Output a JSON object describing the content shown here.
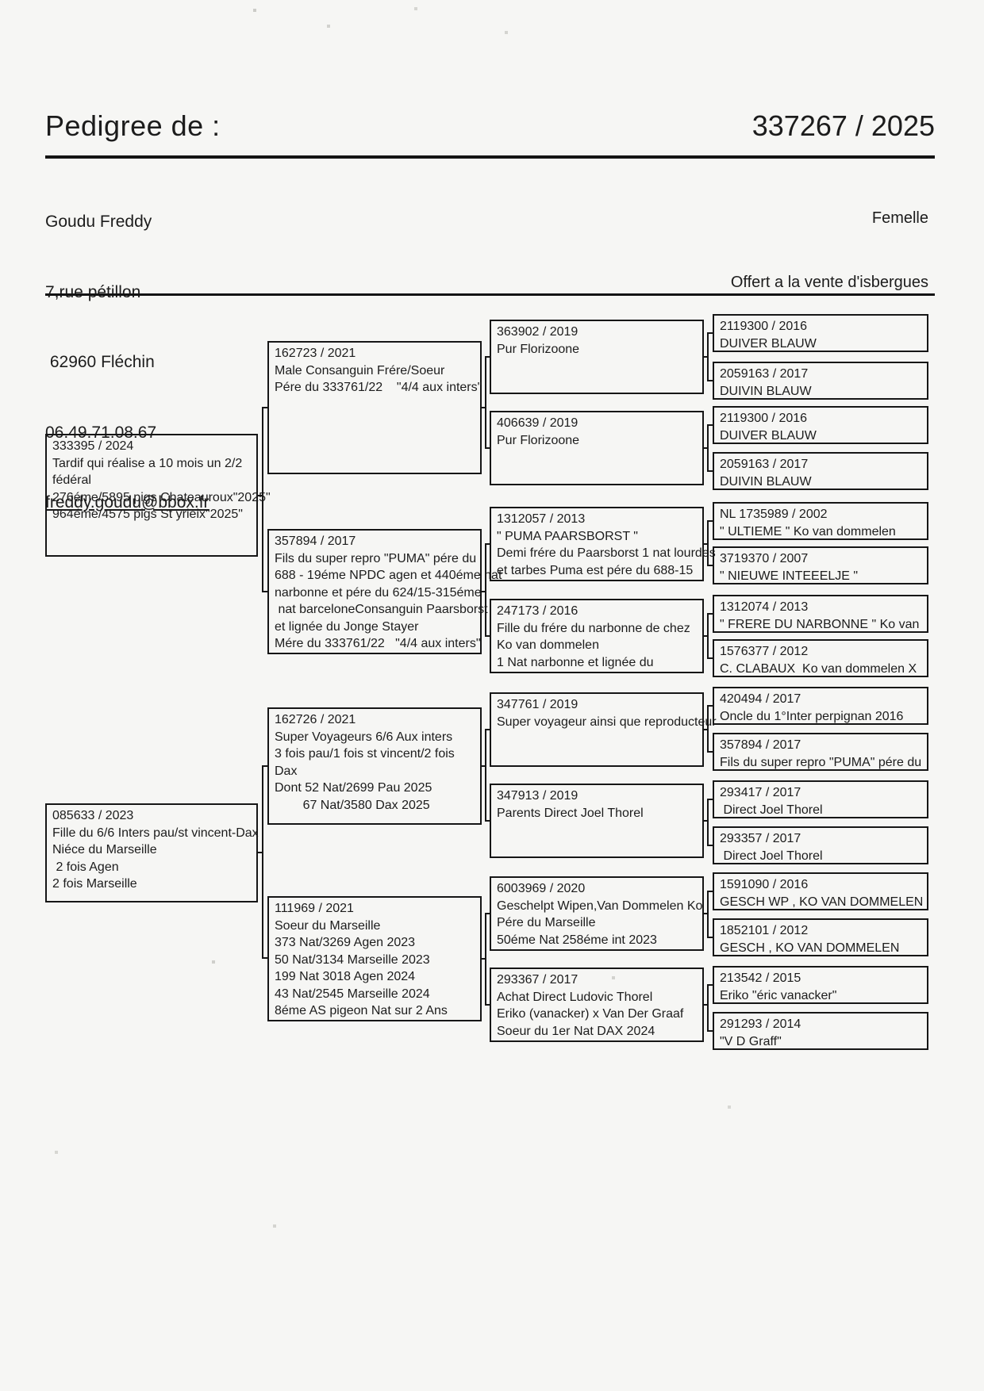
{
  "header": {
    "title": "Pedigree de :",
    "ring_number": "337267 / 2025",
    "owner": {
      "name": "Goudu Freddy",
      "address_line1": "7,rue pétillon",
      "address_line2": " 62960 Fléchin",
      "phone": "06.49.71.08.67",
      "email": "freddy.goudu@bbox.fr"
    },
    "sex": "Femelle",
    "sale_note": "Offert a la vente d'isbergues"
  },
  "tree": {
    "gen1": {
      "sire": {
        "lines": [
          "333395 / 2024",
          "Tardif qui réalise a 10 mois un 2/2",
          "fédéral",
          "276éme/5895 pigs Chateauroux\"2025\"",
          "964éme/4575 pigs St yrieix\"2025\""
        ]
      },
      "dam": {
        "lines": [
          "085633 / 2023",
          "Fille du 6/6 Inters pau/st vincent-Dax",
          "Niéce du Marseille",
          " 2 fois Agen",
          "2 fois Marseille"
        ]
      }
    },
    "gen2": {
      "ss": {
        "lines": [
          "162723 / 2021",
          "Male Consanguin Frére/Soeur",
          "Pére du 333761/22    \"4/4 aux inters\""
        ]
      },
      "sd": {
        "lines": [
          "357894 / 2017",
          "Fils du super repro \"PUMA\" pére du",
          "688 - 19éme NPDC agen et 440éme nat",
          "narbonne et pére du 624/15-315éme",
          " nat barceloneConsanguin Paarsborst",
          "et lignée du Jonge Stayer",
          "Mére du 333761/22   \"4/4 aux inters\""
        ]
      },
      "ds": {
        "lines": [
          "162726 / 2021",
          "Super Voyageurs 6/6 Aux inters",
          "3 fois pau/1 fois st vincent/2 fois",
          "Dax",
          "Dont 52 Nat/2699 Pau 2025",
          "        67 Nat/3580 Dax 2025"
        ]
      },
      "dd": {
        "lines": [
          "111969 / 2021",
          "Soeur du Marseille",
          "373 Nat/3269 Agen 2023",
          "50 Nat/3134 Marseille 2023",
          "199 Nat 3018 Agen 2024",
          "43 Nat/2545 Marseille 2024",
          "8éme AS pigeon Nat sur 2 Ans"
        ]
      }
    },
    "gen3": [
      {
        "lines": [
          "363902 / 2019",
          "Pur Florizoone"
        ]
      },
      {
        "lines": [
          "406639 / 2019",
          "Pur Florizoone"
        ]
      },
      {
        "lines": [
          "1312057 / 2013",
          "\" PUMA PAARSBORST \"",
          "Demi frére du Paarsborst 1 nat lourdes",
          "et tarbes Puma est pére du 688-15"
        ]
      },
      {
        "lines": [
          "247173 / 2016",
          "Fille du frére du narbonne de chez",
          "Ko van dommelen",
          "1 Nat narbonne et lignée du"
        ]
      },
      {
        "lines": [
          "347761 / 2019",
          "Super voyageur ainsi que reproducteur"
        ]
      },
      {
        "lines": [
          "347913 / 2019",
          "Parents Direct Joel Thorel"
        ]
      },
      {
        "lines": [
          "6003969 / 2020",
          "Geschelpt Wipen,Van Dommelen Ko",
          "Pére du Marseille",
          "50éme Nat 258éme int 2023"
        ]
      },
      {
        "lines": [
          "293367 / 2017",
          "Achat Direct Ludovic Thorel",
          "Eriko (vanacker) x Van Der Graaf",
          "Soeur du 1er Nat DAX 2024"
        ]
      }
    ],
    "gen4": [
      {
        "lines": [
          "2119300 / 2016",
          "DUIVER BLAUW"
        ]
      },
      {
        "lines": [
          "2059163 / 2017",
          "DUIVIN BLAUW"
        ]
      },
      {
        "lines": [
          "2119300 / 2016",
          "DUIVER BLAUW"
        ]
      },
      {
        "lines": [
          "2059163 / 2017",
          "DUIVIN BLAUW"
        ]
      },
      {
        "lines": [
          "NL 1735989 / 2002",
          "\" ULTIEME \" Ko van dommelen"
        ]
      },
      {
        "lines": [
          "3719370 / 2007",
          "\" NIEUWE INTEEELJE \""
        ]
      },
      {
        "lines": [
          "1312074 / 2013",
          "\" FRERE DU NARBONNE \" Ko van"
        ]
      },
      {
        "lines": [
          "1576377 / 2012",
          "C. CLABAUX  Ko van dommelen X"
        ]
      },
      {
        "lines": [
          "420494 / 2017",
          "Oncle du 1°Inter perpignan 2016"
        ]
      },
      {
        "lines": [
          "357894 / 2017",
          "Fils du super repro \"PUMA\" pére du"
        ]
      },
      {
        "lines": [
          "293417 / 2017",
          " Direct Joel Thorel"
        ]
      },
      {
        "lines": [
          "293357 / 2017",
          " Direct Joel Thorel"
        ]
      },
      {
        "lines": [
          "1591090 / 2016",
          "GESCH WP , KO VAN DOMMELEN"
        ]
      },
      {
        "lines": [
          "1852101 / 2012",
          "GESCH , KO VAN DOMMELEN"
        ]
      },
      {
        "lines": [
          "213542 / 2015",
          "Eriko \"éric vanacker\""
        ]
      },
      {
        "lines": [
          "291293 / 2014",
          "\"V D Graff\""
        ]
      }
    ]
  }
}
